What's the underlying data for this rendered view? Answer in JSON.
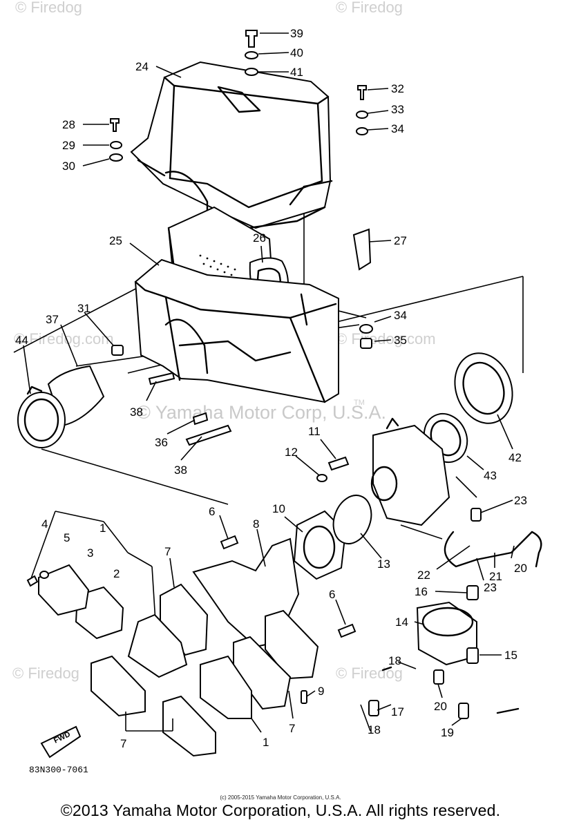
{
  "watermarks": {
    "site": "© Firedog",
    "site_domain": "© Firedog.com",
    "center": "© Yamaha Motor Corp, U.S.A.",
    "tm": "TM"
  },
  "parts": [
    {
      "num": "1"
    },
    {
      "num": "2"
    },
    {
      "num": "3"
    },
    {
      "num": "4"
    },
    {
      "num": "5"
    },
    {
      "num": "6"
    },
    {
      "num": "7"
    },
    {
      "num": "8"
    },
    {
      "num": "9"
    },
    {
      "num": "10"
    },
    {
      "num": "11"
    },
    {
      "num": "12"
    },
    {
      "num": "13"
    },
    {
      "num": "14"
    },
    {
      "num": "15"
    },
    {
      "num": "16"
    },
    {
      "num": "17"
    },
    {
      "num": "18"
    },
    {
      "num": "19"
    },
    {
      "num": "20"
    },
    {
      "num": "21"
    },
    {
      "num": "22"
    },
    {
      "num": "23"
    },
    {
      "num": "24"
    },
    {
      "num": "25"
    },
    {
      "num": "26"
    },
    {
      "num": "27"
    },
    {
      "num": "28"
    },
    {
      "num": "29"
    },
    {
      "num": "30"
    },
    {
      "num": "31"
    },
    {
      "num": "32"
    },
    {
      "num": "33"
    },
    {
      "num": "34"
    },
    {
      "num": "35"
    },
    {
      "num": "36"
    },
    {
      "num": "37"
    },
    {
      "num": "38"
    },
    {
      "num": "39"
    },
    {
      "num": "40"
    },
    {
      "num": "41"
    },
    {
      "num": "42"
    },
    {
      "num": "43"
    },
    {
      "num": "44"
    }
  ],
  "fwd_label": "FWD",
  "drawing_code": "83N300-7061",
  "copyright_small": "(c) 2005-2015 Yamaha Motor Corporation, U.S.A.",
  "copyright": "©2013 Yamaha Motor Corporation, U.S.A. All rights reserved."
}
